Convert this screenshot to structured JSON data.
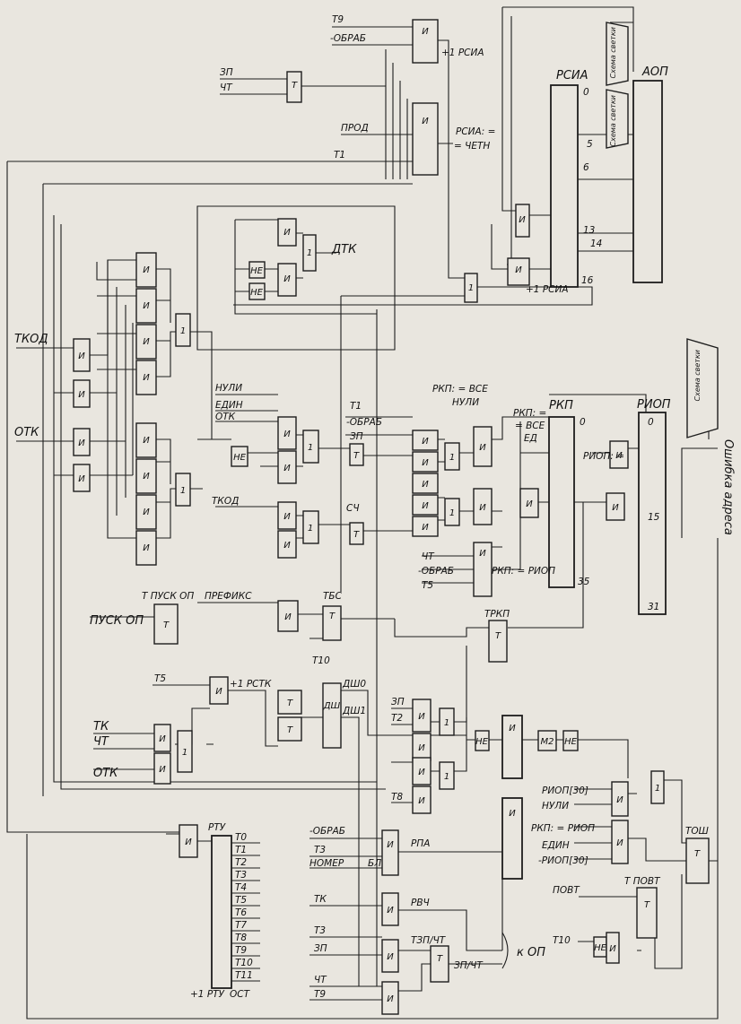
{
  "gates": {
    "and": "И",
    "or": "1",
    "not": "НЕ",
    "trigger": "Т",
    "xor": "М2"
  },
  "labels": {
    "t9_top": "Т9",
    "obrab_top": "-ОБРАБ",
    "inc_rsia": "+1 РСИА",
    "zp_top": "ЗП",
    "cht_top": "ЧТ",
    "prod": "ПРОД",
    "rsia_eq": "РСИА: =",
    "eq_chetn": "= ЧЕТН",
    "t1_top": "Т1",
    "rsia_reg": "РСИА",
    "aop": "АОП",
    "rsia_0": "0",
    "rsia_5": "5",
    "rsia_6": "6",
    "rsia_13": "13",
    "rsia_14": "14",
    "rsia_16": "16",
    "inc_rsia_2": "+1 РСИА",
    "dtk": "ДТК",
    "tkod_left": "ТКОД",
    "otk_left": "ОТК",
    "nuli": "НУЛИ",
    "edin": "ЕДИН",
    "otk_mid": "ОТК",
    "t1_mid": "Т1",
    "obrab_mid": "-ОБРАБ",
    "zp_mid": "ЗП",
    "tkod_mid": "ТКОД",
    "sch": "СЧ",
    "rkp_all_zero_a": "РКП: = ВСЕ",
    "rkp_all_zero_b": "НУЛИ",
    "rkp_all_one_a": "РКП: =",
    "rkp_all_one_b": "= ВСЕ",
    "rkp_all_one_c": "ЕД",
    "rkp": "РКП",
    "rkp_0": "0",
    "rkp_35": "35",
    "riop": "РИОП",
    "riop_eq": "РИОП: =",
    "riop_0": "0",
    "riop_15": "15",
    "riop_31": "31",
    "cht_mid": "ЧТ",
    "obrab_mid2": "-ОБРАБ",
    "t5_mid": "Т5",
    "rkp_eq_riop": "РКП: = РИОП",
    "tpusk_op": "Т ПУСК ОП",
    "pusk_op": "ПУСК ОП",
    "prefiks": "ПРЕФИКС",
    "tbs": "ТБС",
    "t10_mid": "Т10",
    "trkp": "ТРКП",
    "t5_low": "Т5",
    "inc_rstk": "+1 РСТК",
    "dsh0": "ДШ0",
    "dsh1": "ДШ1",
    "dsh": "ДШ",
    "tk_left": "ТК",
    "cht_left": "ЧТ",
    "otk_low": "ОТК",
    "zp_low": "ЗП",
    "t2": "Т2",
    "t8": "Т8",
    "riop30": "РИОП[30]",
    "nuli_low": "НУЛИ",
    "rkp_riop_low": "РКП: = РИОП",
    "edin_low": "ЕДИН",
    "neg_riop30": "-РИОП[30]",
    "tosh": "ТОШ",
    "povt": "ПОВТ",
    "tpovt": "Т ПОВТ",
    "t10_low": "Т10",
    "rtu": "РТУ",
    "t_outs": [
      "Т0",
      "Т1",
      "Т2",
      "Т3",
      "Т4",
      "Т5",
      "Т6",
      "Т7",
      "Т8",
      "Т9",
      "Т10",
      "Т11"
    ],
    "inc_rtu": "+1 РТУ",
    "ost": "ОСТ",
    "obrab_low": "-ОБРАБ",
    "t3_low": "Т3",
    "nomer_bl": "НОМЕР",
    "bl": "БЛ",
    "rpa": "РПА",
    "tk_low": "ТК",
    "rvch": "РВЧ",
    "t3_low2": "Т3",
    "zp_low2": "ЗП",
    "tzp_cht": "ТЗП/ЧТ",
    "zp_cht": "ЗП/ЧТ",
    "k_op": "к ОП",
    "cht_low": "ЧТ",
    "t9_low": "Т9",
    "svet1": "Схема светки",
    "svet2": "Схема светки",
    "svet3": "Схема светки",
    "error_addr": "Ошибка адреса"
  }
}
